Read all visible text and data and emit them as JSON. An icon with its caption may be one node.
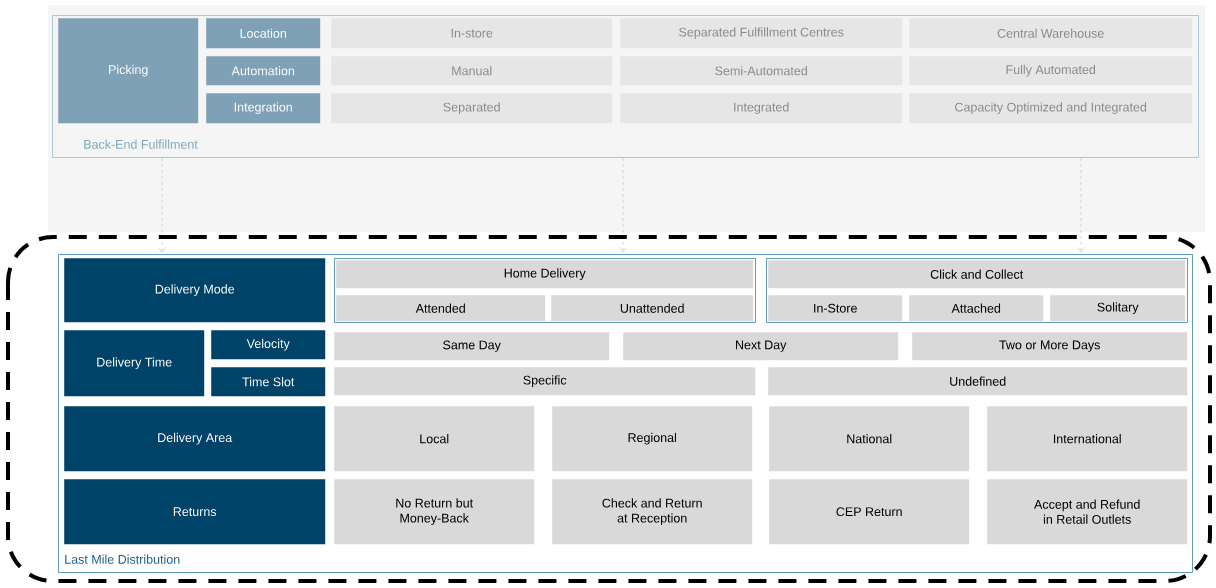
{
  "diagram": {
    "nodes": [
      {
        "text": [
          "Back-End Fulfillment"
        ]
      },
      {
        "text": [
          "Picking"
        ],
        "in": 0
      },
      {
        "text": [
          "Location"
        ],
        "in": 0
      },
      {
        "text": [
          "Automation"
        ],
        "in": 0
      },
      {
        "text": [
          "Integration"
        ],
        "in": 0
      },
      {
        "text": [
          "In-store"
        ],
        "in": 0
      },
      {
        "text": [
          "Separated Fulfillment Centres"
        ],
        "in": 0
      },
      {
        "text": [
          "Central Warehouse"
        ],
        "in": 0
      },
      {
        "text": [
          "Manual"
        ],
        "in": 0
      },
      {
        "text": [
          "Semi-Automated"
        ],
        "in": 0
      },
      {
        "text": [
          "Fully Automated"
        ],
        "in": 0
      },
      {
        "text": [
          "Separated"
        ],
        "in": 0
      },
      {
        "text": [
          "Integrated"
        ],
        "in": 0
      },
      {
        "text": [
          "Capacity Optimized and Integrated"
        ],
        "in": 0
      },
      {
        "text": [
          "Last Mile Distribution"
        ]
      },
      {
        "text": [
          "Delivery Mode"
        ],
        "in": 14
      },
      {
        "text": [],
        "shape": "box",
        "in": 14
      },
      {
        "text": [
          "Home Delivery"
        ],
        "in": 16
      },
      {
        "text": [
          "Attended"
        ],
        "in": 16
      },
      {
        "text": [
          "Unattended"
        ],
        "in": 16
      },
      {
        "text": [],
        "shape": "box",
        "in": 14
      },
      {
        "text": [
          "Click and Collect"
        ],
        "in": 20
      },
      {
        "text": [
          "In-Store"
        ],
        "in": 20
      },
      {
        "text": [
          "Attached"
        ],
        "in": 20
      },
      {
        "text": [
          "Solitary"
        ],
        "in": 20
      },
      {
        "text": [
          "Delivery Time"
        ],
        "in": 14
      },
      {
        "text": [
          "Velocity"
        ],
        "in": 14
      },
      {
        "text": [
          "Time Slot"
        ],
        "in": 14
      },
      {
        "text": [
          "Same Day"
        ],
        "in": 14
      },
      {
        "text": [
          "Next Day"
        ],
        "in": 14
      },
      {
        "text": [
          "Two or More Days"
        ],
        "in": 14
      },
      {
        "text": [
          "Specific"
        ],
        "in": 14
      },
      {
        "text": [
          "Undefined"
        ],
        "in": 14
      },
      {
        "text": [
          "Delivery Area"
        ],
        "in": 14
      },
      {
        "text": [
          "Local"
        ],
        "in": 14
      },
      {
        "text": [
          "Regional"
        ],
        "in": 14
      },
      {
        "text": [
          "National"
        ],
        "in": 14
      },
      {
        "text": [
          "International"
        ],
        "in": 14
      },
      {
        "text": [
          "Returns"
        ],
        "in": 14
      },
      {
        "text": [
          "No Return but Money-Back"
        ],
        "in": 14
      },
      {
        "text": [
          "Check and Return at Reception"
        ],
        "in": 14
      },
      {
        "text": [
          "CEP Return"
        ],
        "in": 14
      },
      {
        "text": [
          "Accept and Refund in Retail Outlets"
        ],
        "in": 14
      }
    ],
    "edges": [
      {
        "from": 0,
        "to": 14,
        "arrow": "to",
        "style": "dashed"
      },
      {
        "from": 0,
        "to": 14,
        "arrow": "to",
        "style": "dashed"
      },
      {
        "from": 0,
        "to": 14,
        "arrow": "to",
        "style": "dashed"
      }
    ]
  }
}
